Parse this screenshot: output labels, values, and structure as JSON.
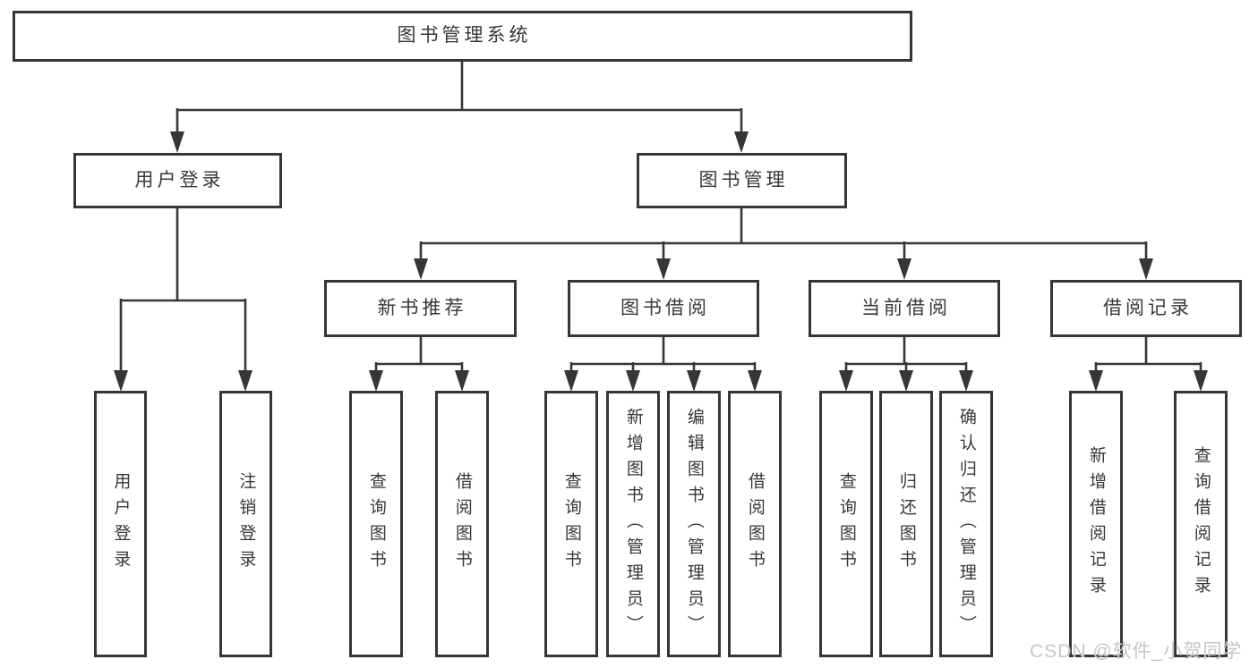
{
  "nodes": {
    "root": {
      "label": "图书管理系统"
    },
    "user_login": {
      "label": "用户登录"
    },
    "book_management": {
      "label": "图书管理"
    },
    "new_book_recommend": {
      "label": "新书推荐"
    },
    "book_borrowing": {
      "label": "图书借阅"
    },
    "current_borrowing": {
      "label": "当前借阅"
    },
    "borrowing_records": {
      "label": "借阅记录"
    },
    "leaf_user_login": {
      "label": "用户登录"
    },
    "leaf_logout": {
      "label": "注销登录"
    },
    "leaf_recommend_query_books": {
      "label": "查询图书"
    },
    "leaf_recommend_borrow_books": {
      "label": "借阅图书"
    },
    "leaf_borrowing_query_books": {
      "label": "查询图书"
    },
    "leaf_borrowing_add_books": {
      "label": "新增图书（管理员）"
    },
    "leaf_borrowing_edit_books": {
      "label": "编辑图书（管理员）"
    },
    "leaf_borrowing_borrow_books": {
      "label": "借阅图书"
    },
    "leaf_current_query_books": {
      "label": "查询图书"
    },
    "leaf_current_return_books": {
      "label": "归还图书"
    },
    "leaf_current_confirm_return": {
      "label": "确认归还（管理员）"
    },
    "leaf_records_add_record": {
      "label": "新增借阅记录"
    },
    "leaf_records_query_record": {
      "label": "查询借阅记录"
    }
  },
  "watermark": {
    "text": "CSDN @软件_小贺同学"
  },
  "colors": {
    "line": "#363636",
    "node_border": "#363636",
    "node_text": "#383838",
    "background": "#ffffff",
    "watermark": "#c6c6c6"
  }
}
